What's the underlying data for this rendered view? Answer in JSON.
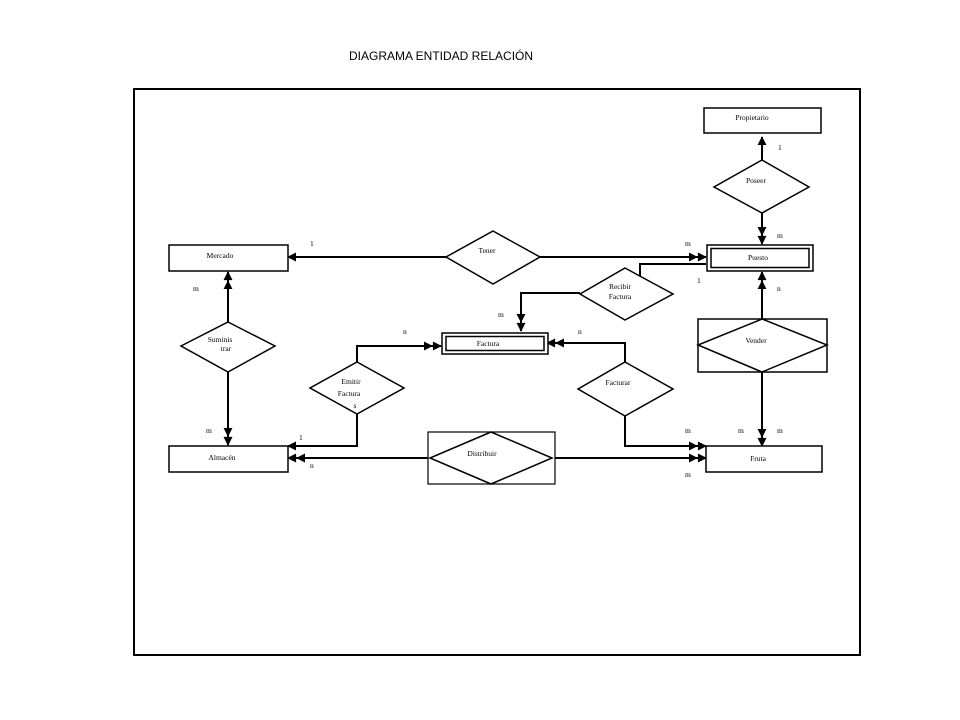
{
  "title": "DIAGRAMA ENTIDAD RELACIÓN",
  "entities": {
    "propietario": "Propietario",
    "mercado": "Mercado",
    "puesto": "Puesto",
    "factura": "Factura",
    "almacen": "Almacén",
    "fruta": "Fruta"
  },
  "relationships": {
    "poseer": "Poseer",
    "tener": "Tener",
    "recibir_factura": [
      "Recibir",
      "Factura"
    ],
    "suministrar": [
      "Suminis",
      "trar"
    ],
    "emitir_facturas": [
      "Emitir",
      "Factura",
      "s"
    ],
    "facturar": "Facturar",
    "vender": "Vender",
    "distribuir": "Distribuir"
  },
  "cardinalities": {
    "propietario_poseer": "1",
    "poseer_puesto": "m",
    "tener_mercado": "1",
    "tener_puesto": "m",
    "puesto_recibir": "1",
    "puesto_vender": "n",
    "mercado_suministrar": "m",
    "suministrar_almacen": "m",
    "recibir_factura": "m",
    "emitir_factura": "n",
    "facturar_factura": "n",
    "emitir_almacen": "1",
    "distribuir_almacen": "n",
    "facturar_fruta": "m",
    "vender_fruta_left": "m",
    "vender_fruta_right": "m",
    "distribuir_fruta": "m"
  }
}
